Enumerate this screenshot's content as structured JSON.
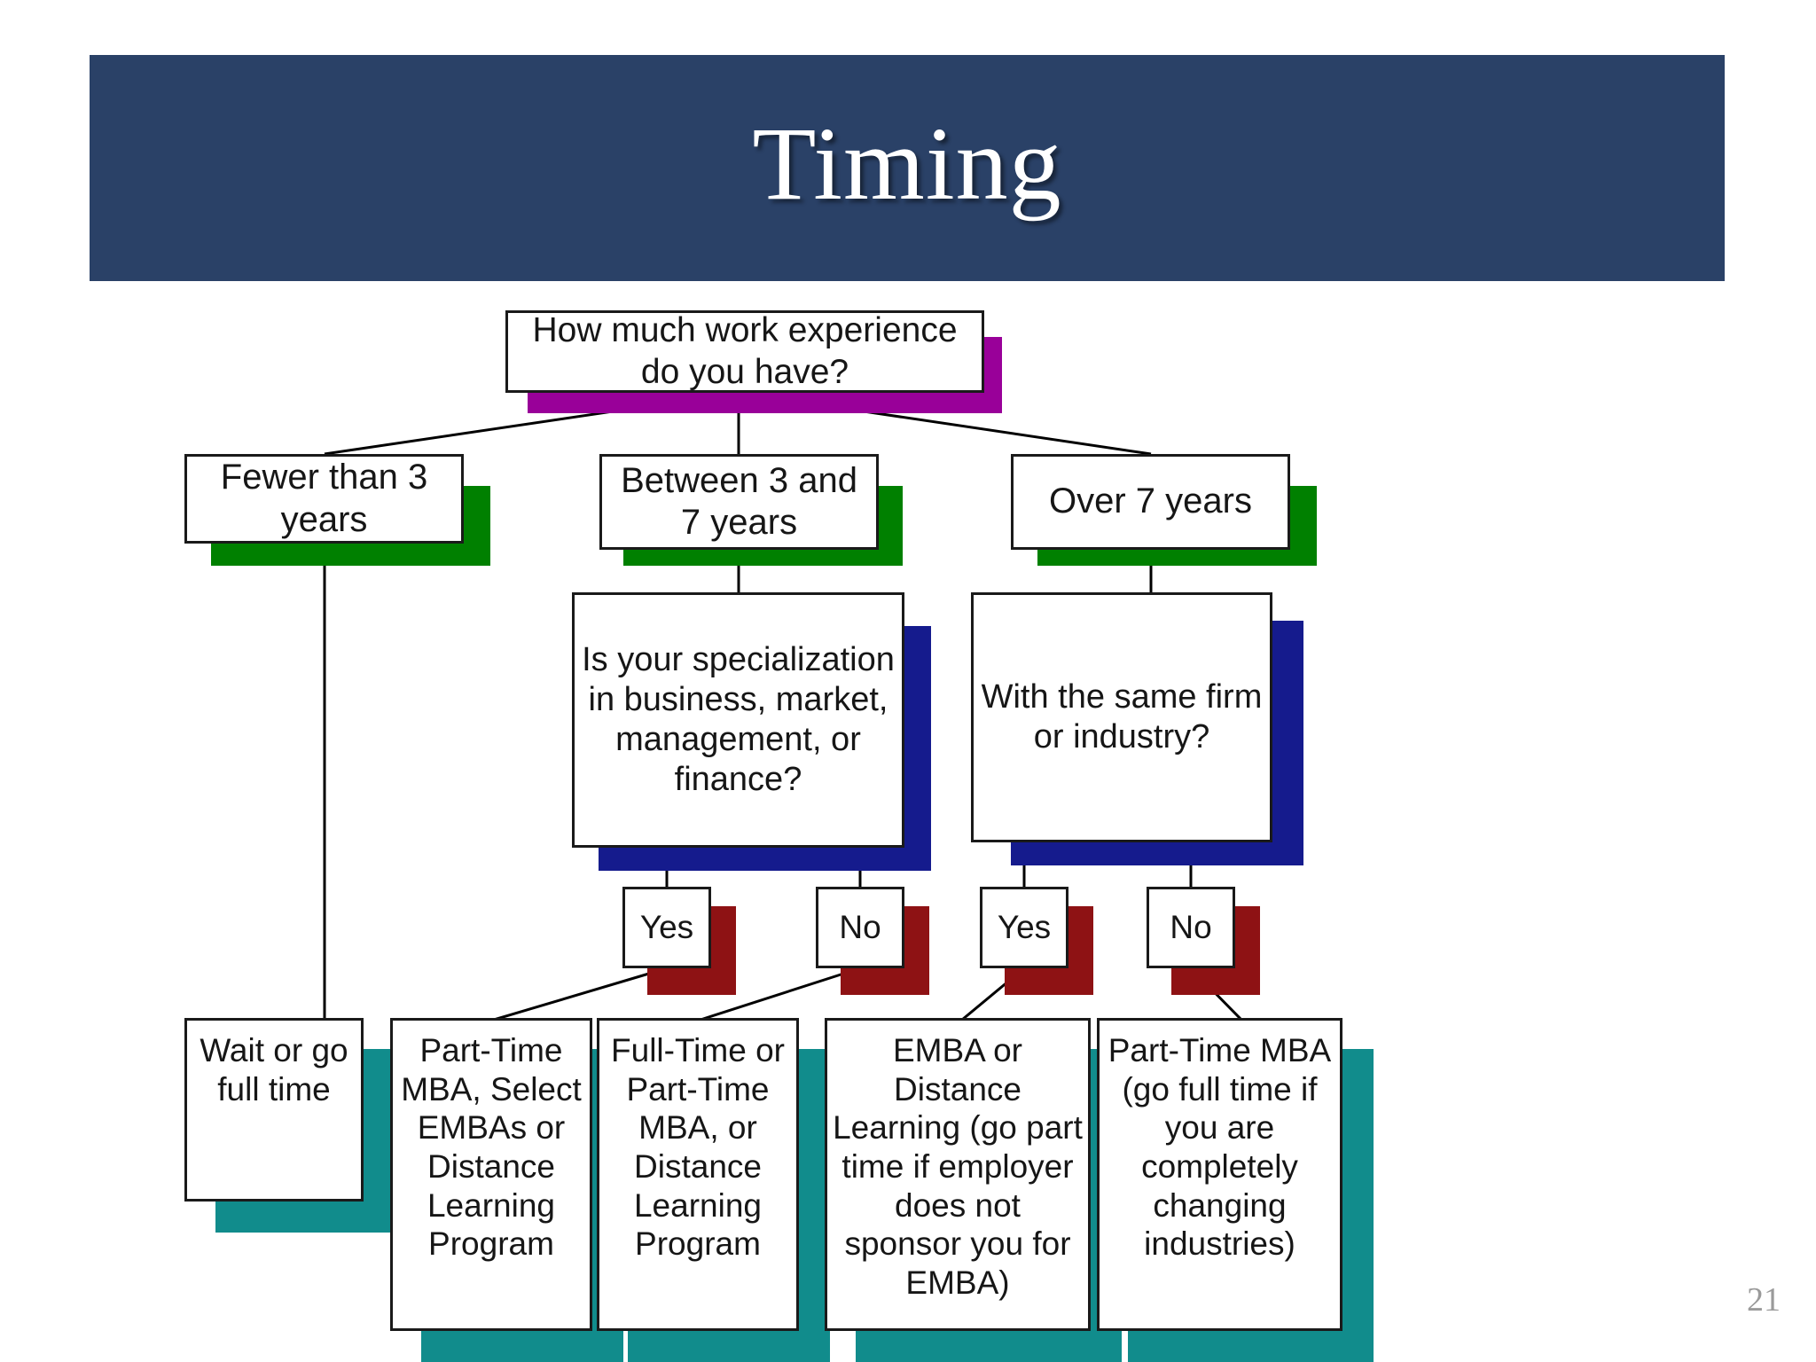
{
  "slide": {
    "title": "Timing",
    "page_number": "21",
    "title_bar_color": "#2a4167",
    "title_text_color": "#ffffff"
  },
  "palette": {
    "root_shadow": "#990099",
    "band_shadow": "#008000",
    "question_shadow": "#151B8D",
    "yesno_shadow": "#8E1214",
    "leaf_shadow": "#118C8C",
    "box_border": "#1a1a1a",
    "box_fill": "#ffffff",
    "connector": "#000000",
    "page_number_color": "#9a9a9a"
  },
  "chart_data": {
    "type": "diagram",
    "title": "Timing",
    "subtype": "decision-tree-flowchart",
    "nodes": [
      {
        "id": "root",
        "label": "How much work experience do you have?",
        "level": 0,
        "shadow": "#990099"
      },
      {
        "id": "band1",
        "label": "Fewer than 3 years",
        "level": 1,
        "shadow": "#008000"
      },
      {
        "id": "band2",
        "label": "Between 3 and 7 years",
        "level": 1,
        "shadow": "#008000"
      },
      {
        "id": "band3",
        "label": "Over 7 years",
        "level": 1,
        "shadow": "#008000"
      },
      {
        "id": "q1",
        "label": "Is your specialization in business, market, management, or finance?",
        "level": 2,
        "shadow": "#151B8D"
      },
      {
        "id": "q2",
        "label": "With the same firm or industry?",
        "level": 2,
        "shadow": "#151B8D"
      },
      {
        "id": "q1yes",
        "label": "Yes",
        "level": 3,
        "shadow": "#8E1214"
      },
      {
        "id": "q1no",
        "label": "No",
        "level": 3,
        "shadow": "#8E1214"
      },
      {
        "id": "q2yes",
        "label": "Yes",
        "level": 3,
        "shadow": "#8E1214"
      },
      {
        "id": "q2no",
        "label": "No",
        "level": 3,
        "shadow": "#8E1214"
      },
      {
        "id": "leaf1",
        "label": "Wait or go full time",
        "level": 4,
        "shadow": "#118C8C"
      },
      {
        "id": "leaf2",
        "label": "Part-Time MBA, Select EMBAs or Distance Learning Program",
        "level": 4,
        "shadow": "#118C8C"
      },
      {
        "id": "leaf3",
        "label": "Full-Time or Part-Time MBA, or Distance Learning Program",
        "level": 4,
        "shadow": "#118C8C"
      },
      {
        "id": "leaf4",
        "label": "EMBA or Distance Learning (go part time if employer does not sponsor you for EMBA)",
        "level": 4,
        "shadow": "#118C8C"
      },
      {
        "id": "leaf5",
        "label": "Part-Time MBA (go full time if you are completely changing industries)",
        "level": 4,
        "shadow": "#118C8C"
      }
    ],
    "edges": [
      {
        "from": "root",
        "to": "band1"
      },
      {
        "from": "root",
        "to": "band2"
      },
      {
        "from": "root",
        "to": "band3"
      },
      {
        "from": "band1",
        "to": "leaf1"
      },
      {
        "from": "band2",
        "to": "q1"
      },
      {
        "from": "band3",
        "to": "q2"
      },
      {
        "from": "q1",
        "to": "q1yes"
      },
      {
        "from": "q1",
        "to": "q1no"
      },
      {
        "from": "q2",
        "to": "q2yes"
      },
      {
        "from": "q2",
        "to": "q2no"
      },
      {
        "from": "q1yes",
        "to": "leaf2"
      },
      {
        "from": "q1no",
        "to": "leaf3"
      },
      {
        "from": "q2yes",
        "to": "leaf4"
      },
      {
        "from": "q2no",
        "to": "leaf5"
      }
    ]
  },
  "boxes": {
    "root": {
      "text": "How much work experience do you have?"
    },
    "band1": {
      "text": "Fewer than 3 years"
    },
    "band2": {
      "text": "Between 3 and 7 years"
    },
    "band3": {
      "text": "Over 7 years"
    },
    "q1": {
      "text": "Is your specialization in business, market, management, or finance?"
    },
    "q2": {
      "text": "With the same firm or industry?"
    },
    "q1yes": {
      "text": "Yes"
    },
    "q1no": {
      "text": "No"
    },
    "q2yes": {
      "text": "Yes"
    },
    "q2no": {
      "text": "No"
    },
    "leaf1": {
      "text": "Wait or go full time"
    },
    "leaf2": {
      "text": "Part-Time MBA, Select EMBAs or Distance Learning Program"
    },
    "leaf3": {
      "text": "Full-Time or Part-Time MBA, or Distance Learning Program"
    },
    "leaf4": {
      "text": "EMBA or Distance Learning (go part time if employer does not sponsor you for EMBA)"
    },
    "leaf5": {
      "text": "Part-Time MBA (go full time if you are completely changing industries)"
    }
  }
}
